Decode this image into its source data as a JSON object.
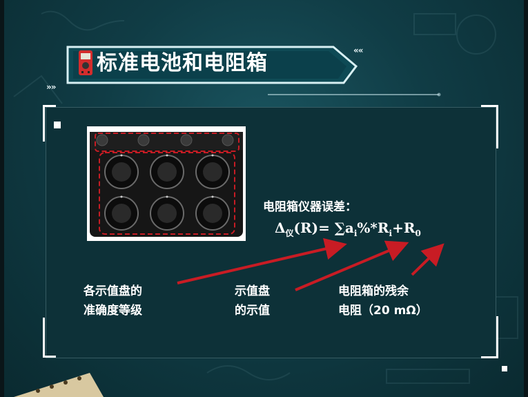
{
  "title": "标准电池和电阻箱",
  "title_chevrons_left": "»»",
  "title_chevrons_right": "««",
  "section_heading": "电阻箱仪器误差：",
  "formula": {
    "delta": "Δ",
    "delta_sub": "仪",
    "arg": "(R)= ∑a",
    "a_sub": "i",
    "mid": "%*R",
    "r_sub": "i",
    "plus": "+R",
    "r0_sub": "0"
  },
  "notes": [
    {
      "line1": "各示值盘的",
      "line2": "准确度等级"
    },
    {
      "line1": "示值盘",
      "line2": "的示值"
    },
    {
      "line1": "电阻箱的残余",
      "line2": "电阻（20 mΩ）"
    }
  ],
  "colors": {
    "accent_red": "#c81c24",
    "frame": "#ffffff",
    "board": "#0d3138"
  },
  "icons": {
    "title_icon": "multimeter-icon",
    "photo": "resistance-box-photo"
  }
}
